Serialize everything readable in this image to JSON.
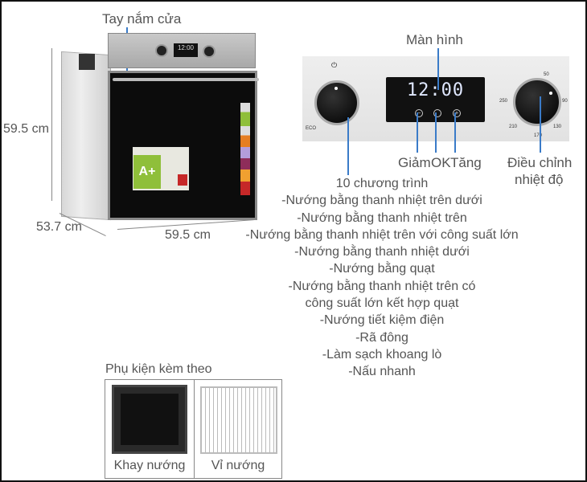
{
  "oven": {
    "handle_label": "Tay nắm cửa",
    "height": "59.5 cm",
    "depth": "53.7 cm",
    "width": "59.5 cm",
    "display": "12:00",
    "energy_class": "A+"
  },
  "panel": {
    "screen_label": "Màn hình",
    "display": "12:00",
    "decrease_label": "Giảm",
    "ok_label": "OK",
    "increase_label": "Tăng",
    "temp_label_line1": "Điều chỉnh",
    "temp_label_line2": "nhiệt độ",
    "dial_marks": [
      "50",
      "90",
      "130",
      "170",
      "210",
      "250"
    ],
    "eco_mark": "ECO"
  },
  "programs": {
    "title": "10 chương trình",
    "items": [
      "-Nướng bằng thanh nhiệt trên dưới",
      "-Nướng bằng thanh nhiệt trên",
      "-Nướng bằng thanh nhiệt trên với công suất lớn",
      "-Nướng bằng thanh nhiệt dưới",
      "-Nướng bằng quạt",
      "-Nướng bằng thanh nhiệt trên có",
      "công suất lớn kết hợp quạt",
      "-Nướng tiết kiệm điện",
      "-Rã đông",
      "-Làm sạch khoang lò",
      "-Nấu nhanh"
    ]
  },
  "accessories": {
    "title": "Phụ kiện kèm theo",
    "items": [
      {
        "label": "Khay nướng"
      },
      {
        "label": "Vỉ nướng"
      }
    ]
  }
}
